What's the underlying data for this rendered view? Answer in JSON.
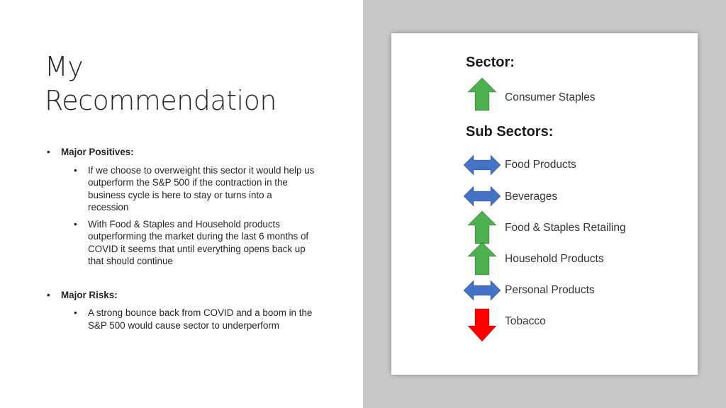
{
  "slide": {
    "title_line1": "My",
    "title_line2": "Recommendation",
    "sections": [
      {
        "heading": "Major Positives:",
        "bullets": [
          "If we choose to overweight this sector it would help us outperform the S&P 500 if the contraction in the business cycle is here to stay or turns into a recession",
          "With Food & Staples and Household products outperforming the market during the last 6 months of COVID it seems that until everything opens back up that should continue"
        ]
      },
      {
        "heading": "Major Risks:",
        "bullets": [
          "A strong bounce back from COVID and a boom in the S&P 500 would cause sector to underperform"
        ]
      }
    ]
  },
  "figure": {
    "sector_heading": "Sector:",
    "sector": {
      "label": "Consumer Staples",
      "signal": "up",
      "icon": "green-up-arrow-icon"
    },
    "subsector_heading": "Sub Sectors:",
    "subsectors": [
      {
        "label": "Food Products",
        "signal": "neutral",
        "icon": "blue-double-arrow-icon"
      },
      {
        "label": "Beverages",
        "signal": "neutral",
        "icon": "blue-double-arrow-icon"
      },
      {
        "label": "Food & Staples Retailing",
        "signal": "up",
        "icon": "green-up-arrow-icon"
      },
      {
        "label": "Household Products",
        "signal": "up",
        "icon": "green-up-arrow-icon"
      },
      {
        "label": "Personal Products",
        "signal": "neutral",
        "icon": "blue-double-arrow-icon"
      },
      {
        "label": "Tobacco",
        "signal": "down",
        "icon": "red-down-arrow-icon"
      }
    ],
    "colors": {
      "up": "#4caf50",
      "neutral": "#4472c4",
      "down": "#ff0000"
    }
  }
}
